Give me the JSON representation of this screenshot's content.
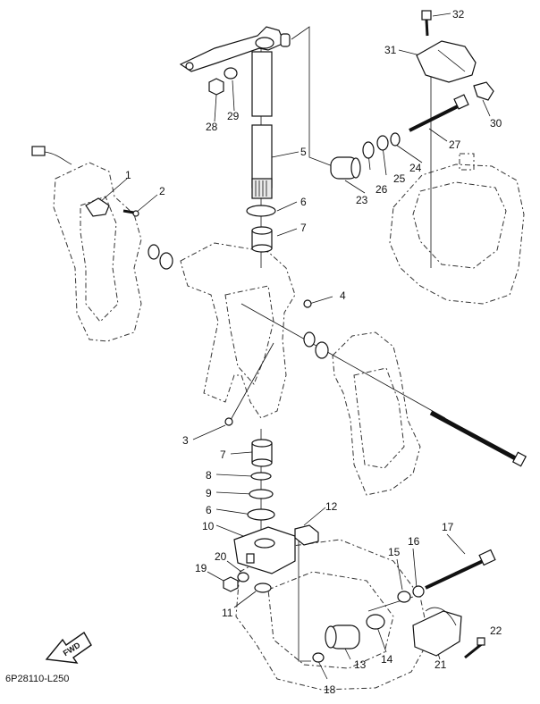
{
  "diagram_code": "6P28110-L250",
  "fwd_label": "FWD",
  "callouts": [
    "1",
    "2",
    "3",
    "4",
    "5",
    "6",
    "7",
    "7",
    "8",
    "9",
    "6",
    "10",
    "11",
    "12",
    "13",
    "14",
    "15",
    "16",
    "17",
    "18",
    "19",
    "20",
    "21",
    "22",
    "23",
    "24",
    "25",
    "26",
    "27",
    "28",
    "29",
    "30",
    "31",
    "32"
  ]
}
